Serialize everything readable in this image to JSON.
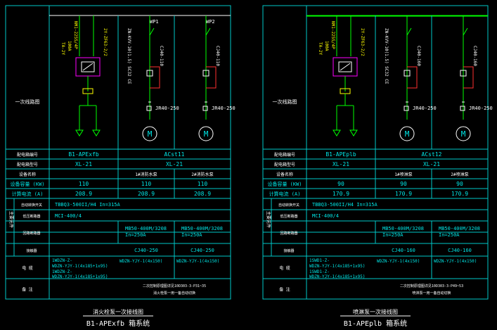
{
  "panels": [
    {
      "header_label": "一次线路图",
      "bus_labels": [
        "WP1",
        "WP2"
      ],
      "breaker_label": "NM1-225S/4P",
      "breaker_sub": "100A",
      "cable_label": "ZN-KVV-10(1.5) SC32 CE",
      "cable_label2": "2Y-ZF63-2/2",
      "aux_label": "TA-2Y",
      "contactor_1": "CJ40-110",
      "contactor_2": "CJ40-110",
      "relay_1": "JR40-250",
      "relay_2": "JR40-250",
      "motor_label": "M",
      "rows": {
        "box_no_label": "配电箱编号",
        "box_no": "B1-APExfb",
        "box_no_r": "ACst11",
        "box_type_label": "配电箱型号",
        "box_type": "XL-21",
        "box_type_r": "XL-21",
        "dev_label": "设备名称",
        "dev_1": "1#消防水泵",
        "dev_2": "2#消防水泵",
        "power_label": "设备容量 (KW)",
        "power_total": "110",
        "power_1": "110",
        "power_2": "110",
        "current_label": "计算电流 (A)",
        "current_total": "208.9",
        "current_1": "208.9",
        "current_2": "208.9",
        "section_label": "主要元件",
        "switch_label": "自动转换开关",
        "switch_value": "TBBQ3-500II/H4 In=315A",
        "breaker_row_label": "低压断路器",
        "breaker_row_value": "MCI-400/4",
        "circuit_label": "回路断路器",
        "circuit_value_1": "MB50-400M/3208",
        "circuit_value_1b": "In=250A",
        "circuit_value_2": "MB50-400M/3208",
        "circuit_value_2b": "In=250A",
        "contactor_label": "接触器",
        "contactor_value_1": "CJ40-250",
        "contactor_value_2": "CJ40-250",
        "cable_row_label": "电 缆",
        "cable_in_1": "1WDZN-Z-",
        "cable_in_2": "WDZN-YJY-1(4x185+1x95)",
        "cable_in_3": "1WDZN-Z-",
        "cable_in_4": "WDZN-YJY-1(4x185+1x95)",
        "cable_out_1": "WDZN-YJY-1(4x150)",
        "cable_out_2": "WDZN-YJY-1(4x150)",
        "note_label": "备 注",
        "note_1": "二次控制原理图详见10D303-3-P31~35",
        "note_2": "消火栓泵一用一备自动切换"
      },
      "title": "消火栓泵一次接线图",
      "subtitle": "B1-APExfb 箱系统"
    },
    {
      "header_label": "一次线路图",
      "bus_labels": [
        "",
        ""
      ],
      "breaker_label": "NM1-225S/4P",
      "breaker_sub": "100A",
      "cable_label": "ZN-KVV-10(1.5) SC32 CE",
      "cable_label2": "2Y-ZF63-2/2",
      "aux_label": "TA-2Y",
      "contactor_1": "CJ40-160",
      "contactor_2": "CJ40-160",
      "relay_1": "JR40-250",
      "relay_2": "JR40-250",
      "motor_label": "M",
      "rows": {
        "box_no_label": "配电箱编号",
        "box_no": "B1-APEplb",
        "box_no_r": "ACst12",
        "box_type_label": "配电箱型号",
        "box_type": "XL-21",
        "box_type_r": "XL-21",
        "dev_label": "设备名称",
        "dev_1": "1#喷淋泵",
        "dev_2": "2#喷淋泵",
        "power_label": "设备容量 (KW)",
        "power_total": "90",
        "power_1": "90",
        "power_2": "90",
        "current_label": "计算电流 (A)",
        "current_total": "170.9",
        "current_1": "170.9",
        "current_2": "170.9",
        "section_label": "主要元件",
        "switch_label": "自动转换开关",
        "switch_value": "TBBQ3-500II/H4 In=315A",
        "breaker_row_label": "低压断路器",
        "breaker_row_value": "MCI-400/4",
        "circuit_label": "回路断路器",
        "circuit_value_1": "MB50-400M/3208",
        "circuit_value_1b": "In=250A",
        "circuit_value_2": "MB50-400M/3208",
        "circuit_value_2b": "In=250A",
        "contactor_label": "接触器",
        "contactor_value_1": "CJ40-160",
        "contactor_value_2": "CJ40-160",
        "cable_row_label": "电 缆",
        "cable_in_1": "1SWD1-Z-",
        "cable_in_2": "WDZN-YJY-1(4x185+1x95)",
        "cable_in_3": "1SWD1-Z-",
        "cable_in_4": "WDZN-YJY-1(4x185+1x95)",
        "cable_out_1": "WDZN-YJY-1(4x150)",
        "cable_out_2": "WDZN-YJY-1(4x150)",
        "note_label": "备 注",
        "note_1": "二次控制原理图详见10D303-3-P49~53",
        "note_2": "喷淋泵一用一备自动切换"
      },
      "title": "喷淋泵一次接线图",
      "subtitle": "B1-APEplb 箱系统"
    }
  ]
}
